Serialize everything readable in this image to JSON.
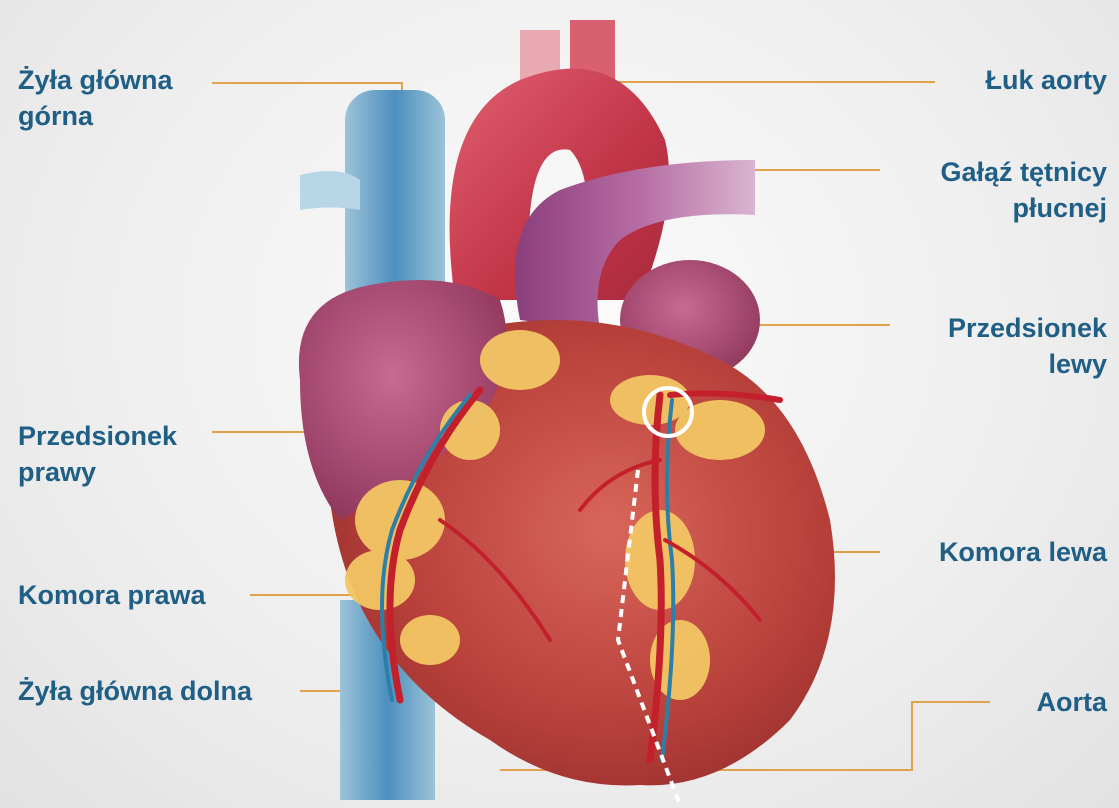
{
  "labels": {
    "superior_vena_cava": {
      "line1": "Żyła główna",
      "line2": "górna"
    },
    "right_atrium": {
      "line1": "Przedsionek",
      "line2": "prawy"
    },
    "right_ventricle": {
      "text": "Komora prawa"
    },
    "inferior_vena_cava": {
      "text": "Żyła główna dolna"
    },
    "aortic_arch": {
      "text": "Łuk aorty"
    },
    "pulmonary_artery_branch": {
      "line1": "Gałąź tętnicy",
      "line2": "płucnej"
    },
    "left_atrium": {
      "line1": "Przedsionek",
      "line2": "lewy"
    },
    "left_ventricle": {
      "text": "Komora lewa"
    },
    "aorta": {
      "text": "Aorta"
    }
  },
  "colors": {
    "label_text": "#1f5f86",
    "leader_line": "#e0a24a",
    "muscle": "#b8403a",
    "aorta": "#c83a4a",
    "pulmonary": "#9c4d8c",
    "vein": "#5b93b8",
    "fat": "#f2c664",
    "atrium": "#a8456a",
    "artery": "#c4202c",
    "coronary_vein": "#2d7fa8"
  },
  "icons": [
    "highlight-circle-marker",
    "dashed-pointer-line"
  ]
}
